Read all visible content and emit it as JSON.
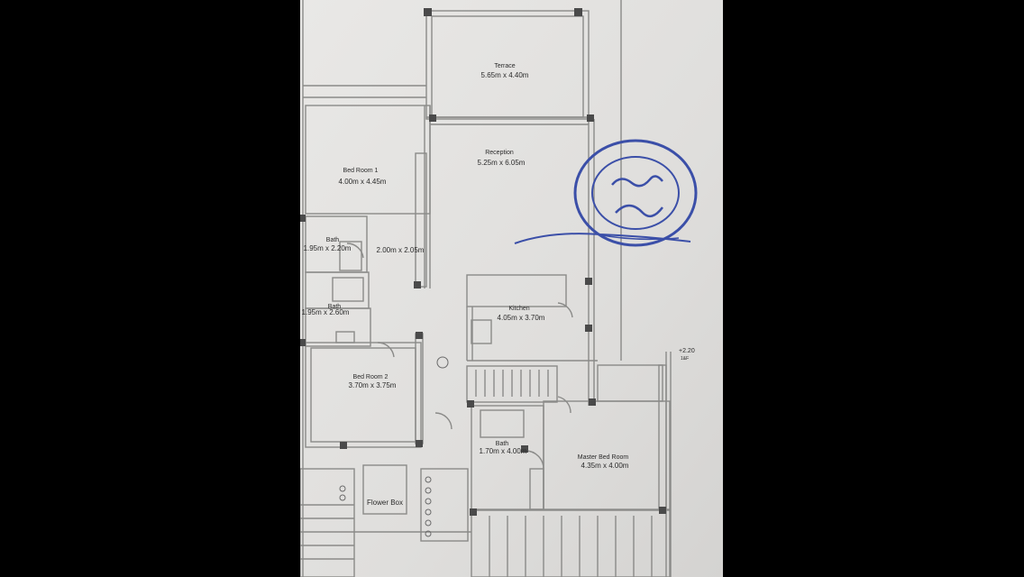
{
  "plan": {
    "terrace": {
      "name": "Terrace",
      "dims": "5.65m  x  4.40m"
    },
    "reception": {
      "name": "Reception",
      "dims": "5.25m  x  6.05m"
    },
    "bedroom1": {
      "name": "Bed Room  1",
      "dims": "4.00m  x  4.45m"
    },
    "bath1": {
      "name": "Bath",
      "dims": "1.95m  x  2.20m"
    },
    "dressing": {
      "dims": "2.00m  x  2.05m"
    },
    "bath2": {
      "name": "Bath",
      "dims": "1.95m  x  2.60m"
    },
    "kitchen": {
      "name": "Kitchen",
      "dims": "4.05m  x  3.70m"
    },
    "bedroom2": {
      "name": "Bed Room  2",
      "dims": "3.70m  x  3.75m"
    },
    "bath3": {
      "name": "Bath",
      "dims": "1.70m  x  4.00m"
    },
    "master": {
      "name": "Master Bed Room",
      "dims": "4.35m  x  4.00m"
    },
    "flowerbox": {
      "name": "Flower Box"
    },
    "level": {
      "value": "+2.20",
      "note": "1&F"
    }
  },
  "stamp": {
    "color": "#3b4fa8"
  },
  "colors": {
    "paper": "#e4e3e1",
    "wall": "#8a8a88",
    "column": "#4a4a4a",
    "letterbox": "#000000"
  }
}
